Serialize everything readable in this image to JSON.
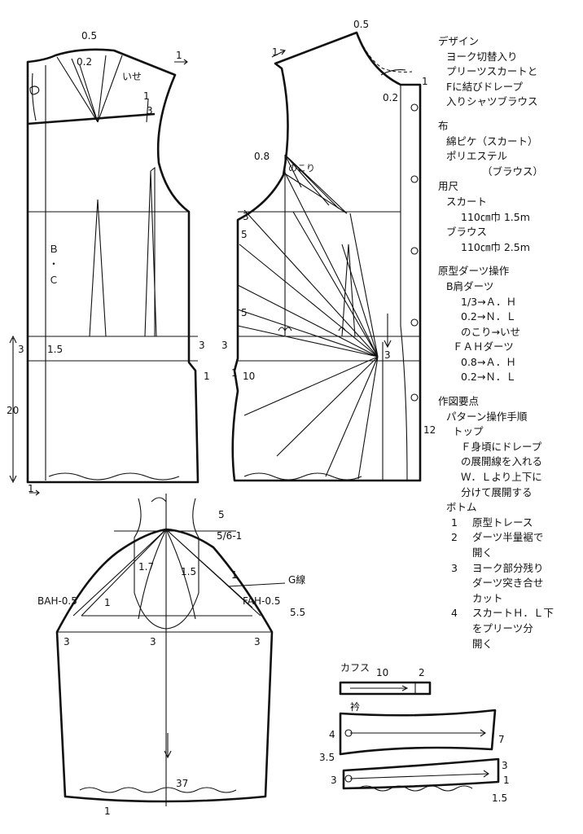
{
  "notes": {
    "design_heading": "デザイン",
    "design_lines": [
      "ヨーク切替入り",
      "プリーツスカートと",
      "Fに結びドレープ",
      "入りシャツブラウス"
    ],
    "fabric_heading": "布",
    "fabric_lines": [
      "綿ピケ（スカート）",
      "ポリエステル",
      "（ブラウス）"
    ],
    "yardage_heading": "用尺",
    "yardage_skirt_label": "スカート",
    "yardage_skirt_value": "110㎝巾  1.5m",
    "yardage_blouse_label": "ブラウス",
    "yardage_blouse_value": "110㎝巾  2.5m",
    "dart_heading": "原型ダーツ操作",
    "dart_b_label": "B肩ダーツ",
    "dart_b_lines": [
      "1/3→Ａ．Ｈ",
      "0.2→Ｎ．Ｌ",
      "のこり→いせ"
    ],
    "dart_f_label": "ＦＡＨダーツ",
    "dart_f_lines": [
      "0.8→Ａ．Ｈ",
      "0.2→Ｎ．Ｌ"
    ],
    "points_heading": "作図要点",
    "points_sub": "パターン操作手順",
    "top_label": "トップ",
    "top_lines": [
      "Ｆ身頃にドレープ",
      "の展開線を入れる",
      "Ｗ．Ｌより上下に",
      "分けて展開する"
    ],
    "bottom_label": "ボトム",
    "bottom_steps": [
      {
        "num": "1",
        "lines": [
          "原型トレース"
        ]
      },
      {
        "num": "2",
        "lines": [
          "ダーツ半量裾で",
          "開く"
        ]
      },
      {
        "num": "3",
        "lines": [
          "ヨーク部分残り",
          "ダーツ突き合せ",
          "カット"
        ]
      },
      {
        "num": "4",
        "lines": [
          "スカートＨ．Ｌ下",
          "をプリーツ分",
          "開く"
        ]
      }
    ]
  },
  "back": {
    "shoulder": "0.5",
    "neck": "0.2",
    "ease": "いせ",
    "one": "1",
    "three": "3",
    "bc": "Ｂ",
    "dot": "・",
    "c": "Ｃ",
    "left_3": "3",
    "left_15": "1.5",
    "right_3a": "3",
    "right_3b": "3",
    "right_1": "1",
    "length_20": "20",
    "hem_1": "1"
  },
  "front": {
    "shoulder": "0.5",
    "neck": "0.2",
    "one_a": "1",
    "one_b": "1",
    "dart_08": "0.8",
    "nokori": "のこり",
    "d3": "3",
    "d5a": "5",
    "d5b": "5",
    "d1": "1",
    "d10": "10",
    "center_3": "3",
    "hem_12": "12"
  },
  "sleeve": {
    "cap": "5/6-1",
    "e17": "1.7",
    "e15": "1.5",
    "one_l": "1",
    "one_r": "1",
    "g_line": "G線",
    "bah": "BAH-0.5",
    "fah": "FAH-0.5",
    "s55": "5.5",
    "t3a": "3",
    "t3b": "3",
    "t3c": "3",
    "hem_37": "37",
    "hem_1": "1"
  },
  "cuff": {
    "label": "カフス",
    "len": "10",
    "w": "2"
  },
  "collar": {
    "label": "衿",
    "c4": "4",
    "c7": "7",
    "c35": "3.5",
    "c3a": "3",
    "c3b": "3",
    "c1": "1",
    "c15": "1.5"
  }
}
